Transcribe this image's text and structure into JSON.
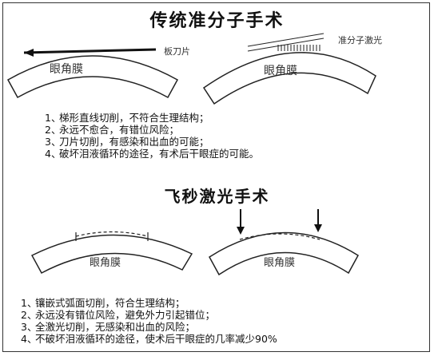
{
  "traditional": {
    "title": "传统准分子手术",
    "left_diagram": {
      "cornea_label": "眼角膜",
      "tool_label": "板刀片"
    },
    "right_diagram": {
      "cornea_label": "眼角膜",
      "laser_label": "准分子激光"
    },
    "points": [
      {
        "num": "1、",
        "text": "梯形直线切削，不符合生理结构；"
      },
      {
        "num": "2、",
        "text": "永远不愈合，有错位风险；"
      },
      {
        "num": "3、",
        "text": "刀片切削，有感染和出血的可能；"
      },
      {
        "num": "4、",
        "text": "破坏泪液循环的途径，有术后干眼症的可能。"
      }
    ]
  },
  "femto": {
    "title": "飞秒激光手术",
    "left_diagram": {
      "cornea_label": "眼角膜"
    },
    "right_diagram": {
      "cornea_label": "眼角膜"
    },
    "points": [
      {
        "num": "1、",
        "text": "镶嵌式弧面切削，符合生理结构；"
      },
      {
        "num": "2、",
        "text": "永远没有错位风险，避免外力引起错位；"
      },
      {
        "num": "3、",
        "text": "全激光切削，无感染和出血的风险；"
      },
      {
        "num": "4、",
        "text": "不破坏泪液循环的途径，使术后干眼症的几率减少90%"
      }
    ]
  }
}
